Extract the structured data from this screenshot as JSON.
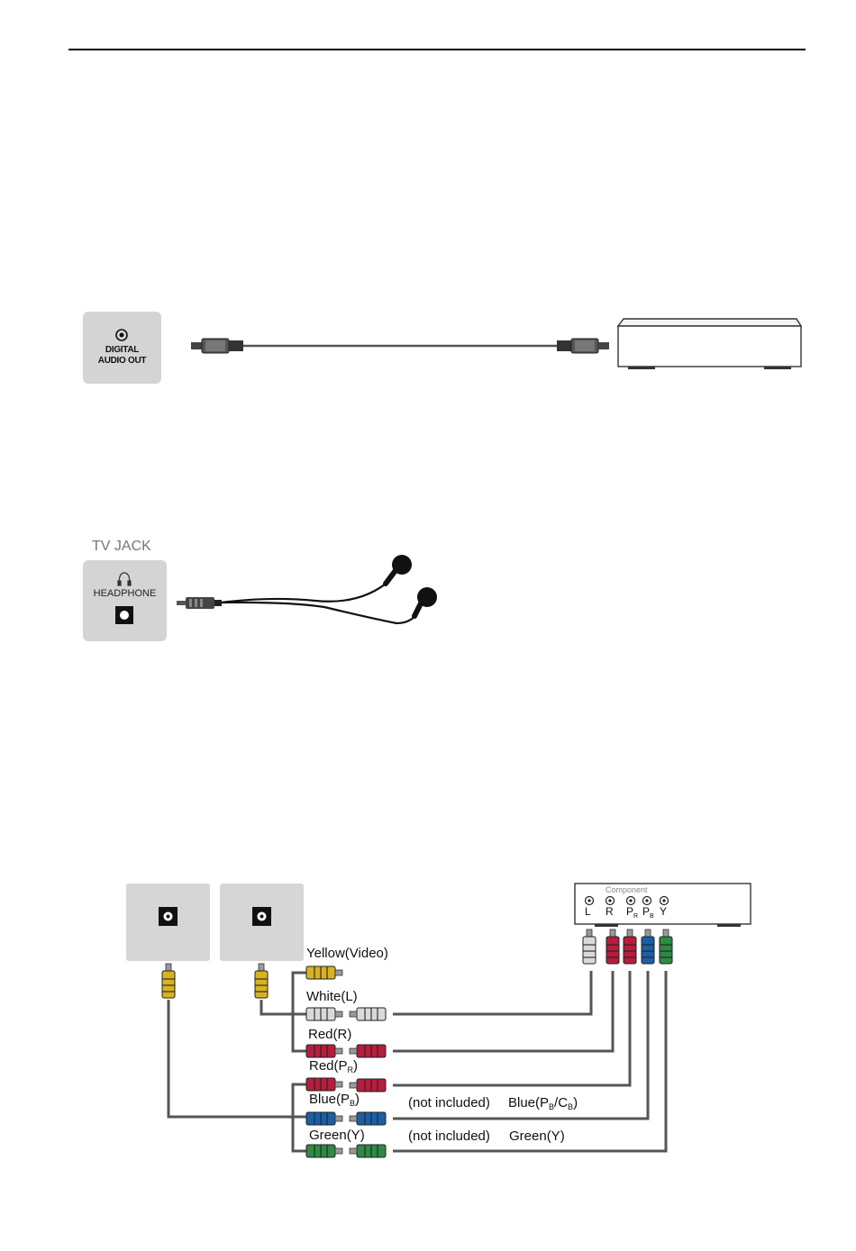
{
  "optical": {
    "jack_line1": "DIGITAL",
    "jack_line2": "AUDIO OUT"
  },
  "headphone": {
    "section_label": "TV JACK",
    "jack_label": "HEADPHONE"
  },
  "component": {
    "box_label": "Component",
    "ports": [
      "L",
      "R",
      "P",
      "P",
      "Y"
    ],
    "port_subs": [
      "",
      "",
      "R",
      "B",
      ""
    ],
    "cables": {
      "yellow": "Yellow(Video)",
      "white": "White(L)",
      "red_r": "Red(R)",
      "red_pr_main": "Red(P",
      "red_pr_sub": "R",
      "red_pr_end": ")",
      "blue_main": "Blue(P",
      "blue_sub": "B",
      "blue_end": ")",
      "green": "Green(Y)"
    },
    "not_included_1": "(not included)",
    "not_included_2": "(not included)",
    "blue_right_1": "Blue(P",
    "blue_right_sub1": "B",
    "blue_right_mid": "/C",
    "blue_right_sub2": "B",
    "blue_right_end": ")",
    "green_right": "Green(Y)"
  },
  "colors": {
    "yellow": "#d8b21f",
    "white": "#d9d9d9",
    "red": "#b81c3c",
    "blue": "#1b5fa6",
    "green": "#2e8a44",
    "panel": "#d4d4d4"
  }
}
